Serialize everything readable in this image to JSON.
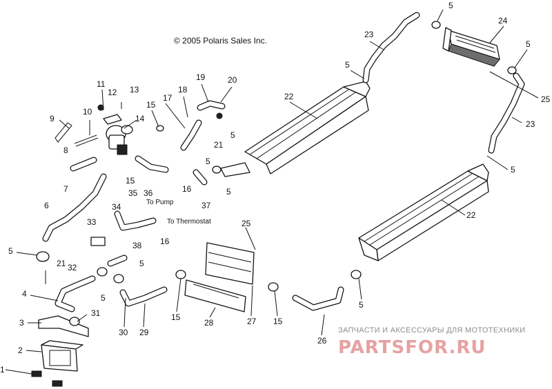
{
  "copyright": "© 2005 Polaris Sales Inc.",
  "watermark": {
    "subtitle": "ЗАПЧАСТИ И АКСЕССУАРЫ ДЛЯ МОТОТЕХНИКИ",
    "brand": "PARTSFOR.RU"
  },
  "notes": {
    "to_pump": "To Pump",
    "to_thermostat": "To Thermostat"
  },
  "callouts": {
    "c1": "1",
    "c2": "2",
    "c3": "3",
    "c4": "4",
    "c5a": "5",
    "c5b": "5",
    "c5c": "5",
    "c5d": "5",
    "c5e": "5",
    "c5f": "5",
    "c5g": "5",
    "c5h": "5",
    "c5i": "5",
    "c5j": "5",
    "c5k": "5",
    "c6": "6",
    "c7": "7",
    "c8": "8",
    "c9": "9",
    "c10": "10",
    "c11": "11",
    "c12": "12",
    "c13": "13",
    "c14": "14",
    "c15a": "15",
    "c15b": "15",
    "c15c": "15",
    "c15d": "15",
    "c16a": "16",
    "c16b": "16",
    "c17": "17",
    "c18": "18",
    "c19": "19",
    "c20": "20",
    "c21a": "21",
    "c21b": "21",
    "c22a": "22",
    "c22b": "22",
    "c23a": "23",
    "c23b": "23",
    "c24": "24",
    "c25a": "25",
    "c25b": "25",
    "c26": "26",
    "c27": "27",
    "c28": "28",
    "c29": "29",
    "c30": "30",
    "c31": "31",
    "c32": "32",
    "c33": "33",
    "c34": "34",
    "c35": "35",
    "c36": "36",
    "c37": "37",
    "c38": "38"
  }
}
